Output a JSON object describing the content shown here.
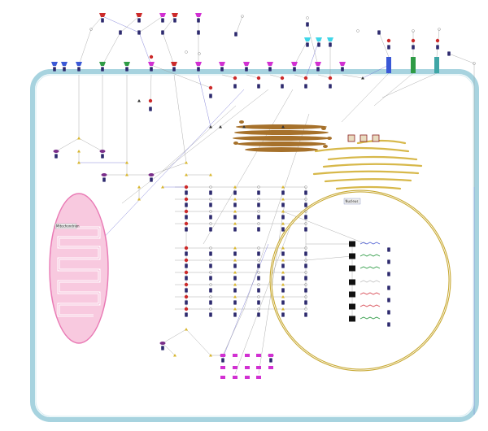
{
  "diagram": {
    "type": "pathway",
    "compartment_labels": {
      "mitochondrion": "Mitochondrion",
      "nucleus": "Nucleus"
    },
    "colors": {
      "cell_membrane": "#a7d3df",
      "mitochondrion_fill": "#f8c9df",
      "mitochondrion_stroke": "#e97ab5",
      "nucleus_stroke": "#c8a933",
      "er_stroke": "#d7b84a",
      "golgi": "#a6712b",
      "edge": "#9a9a9a",
      "edge_blue": "#6a6ad0",
      "protein_red": "#cc2a2a",
      "protein_magenta": "#d230d2",
      "protein_blue": "#3a58d6",
      "protein_green": "#2e9b45",
      "protein_cyan": "#3fd6e8",
      "gene_navy": "#2d2a6e",
      "small_molecule_yellow": "#d8b52a"
    }
  }
}
